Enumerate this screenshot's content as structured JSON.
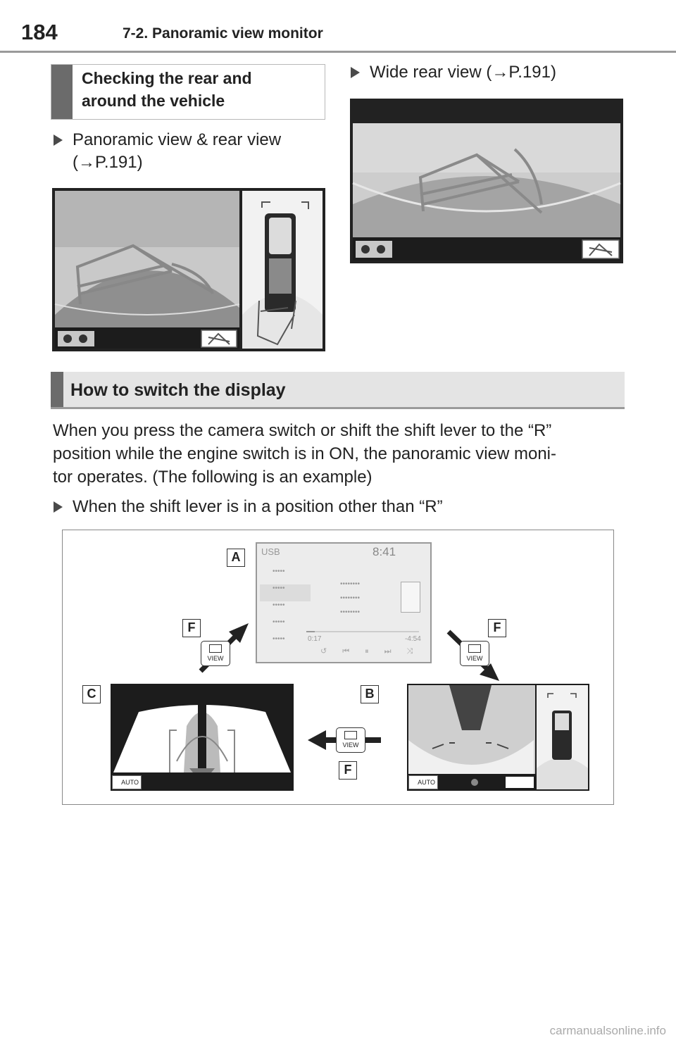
{
  "header": {
    "page_number": "184",
    "section_title": "7-2. Panoramic view monitor"
  },
  "section1": {
    "heading": "Checking the rear and around the vehicle",
    "heading_line1": "Checking the rear and",
    "heading_line2": "around the vehicle",
    "bullet_panoramic_line1": "Panoramic view & rear view",
    "bullet_panoramic_line2": "(→P.191)",
    "bullet_wide": "Wide rear view (→P.191)"
  },
  "section2": {
    "heading": "How to switch the display",
    "paragraph_line1": "When you press the camera switch or shift the shift lever to the “R”",
    "paragraph_line2": "position while the engine switch is in ON, the panoramic view moni-",
    "paragraph_line3": "tor operates. (The following is an example)",
    "bullet_shift": "When the shift lever is in a position other than “R”"
  },
  "diagram": {
    "labels": {
      "a": "A",
      "b": "B",
      "c": "C",
      "f": "F"
    },
    "view_button_label": "VIEW",
    "auto_label": "AUTO",
    "audio_screen": {
      "source": "USB",
      "clock": "8:41",
      "time_elapsed": "0:17",
      "time_remaining": "-4:54",
      "menu_items": [
        "•••••",
        "•••••",
        "•••••",
        "•••••",
        "•••••"
      ],
      "track_lines": [
        "••••••••",
        "••••••••",
        "••••••••"
      ]
    }
  },
  "footer": {
    "watermark": "carmanualsonline.info"
  },
  "colors": {
    "heading_bar": "#6b6b6b",
    "heading_bg": "#e4e4e4",
    "rule": "#9a9a9a"
  }
}
